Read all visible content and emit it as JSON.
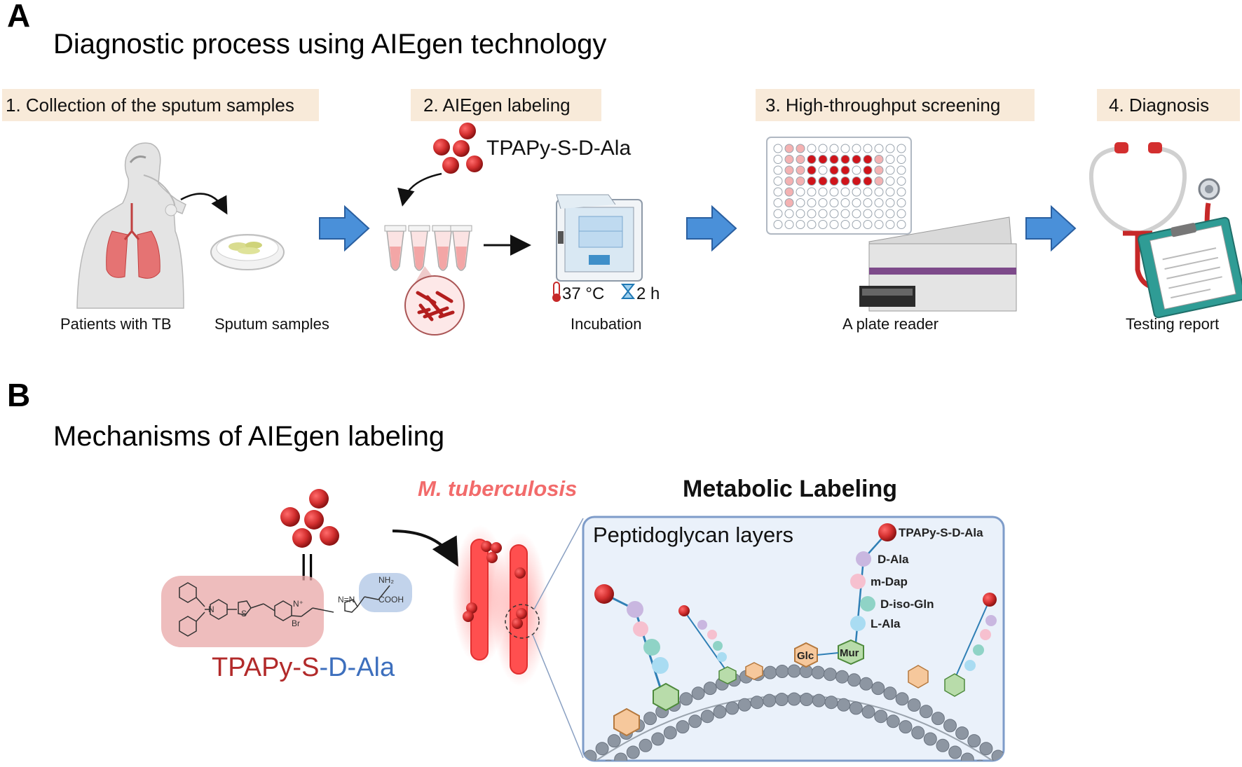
{
  "panel_a": {
    "letter": "A",
    "title": "Diagnostic process using AIEgen technology",
    "steps": [
      "1. Collection of the sputum samples",
      "2. AIEgen labeling",
      "3. High-throughput screening",
      "4. Diagnosis"
    ],
    "reagent": "TPAPy-S-D-Ala",
    "conditions": {
      "temperature": "37 °C",
      "time": "2 h"
    },
    "captions": {
      "patients": "Patients with TB",
      "sputum": "Sputum samples",
      "incubation": "Incubation",
      "plate_reader": "A plate reader",
      "report": "Testing report"
    }
  },
  "panel_b": {
    "letter": "B",
    "title": "Mechanisms of AIEgen labeling",
    "species": "M. tuberculosis",
    "metabolic_title": "Metabolic Labeling",
    "layer_title": "Peptidoglycan layers",
    "chain_labels": [
      "TPAPy-S-D-Ala",
      "D-Ala",
      "m-Dap",
      "D-iso-Gln",
      "L-Ala"
    ],
    "sugars": {
      "glc": "Glc",
      "mur": "Mur"
    },
    "equals": "||",
    "molecule_name": {
      "part_red": "TPAPy-S",
      "part_blue": "-D-Ala"
    },
    "chem_labels": {
      "nh2": "NH₂",
      "cooh": "COOH",
      "br": "Br",
      "s": "S",
      "n_plus": "N⁺",
      "n": "N",
      "triazole": "N=N"
    }
  },
  "colors": {
    "step_box": "#f8ead9",
    "arrow_blue": "#4a90d9",
    "arrow_blue_stroke": "#2a5fa0",
    "aie_red": "#c62828",
    "name_red": "#b22a2a",
    "name_blue": "#3d6fbd",
    "species_pink": "#f26b6b",
    "layer_border": "#7e9cc9",
    "layer_bg": "#eaf1fa"
  }
}
